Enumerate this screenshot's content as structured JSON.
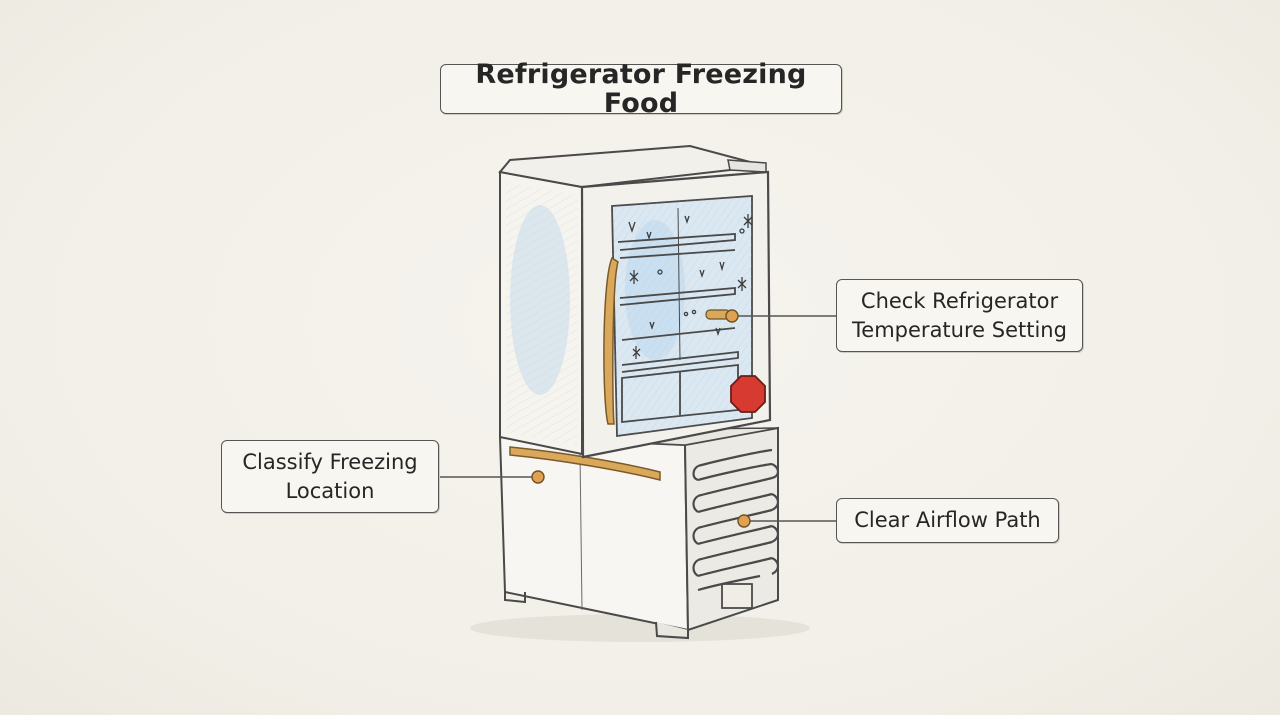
{
  "title": "Refrigerator Freezing Food",
  "callouts": {
    "temperature": {
      "line1": "Check Refrigerator",
      "line2": "Temperature Setting"
    },
    "location": {
      "line1": "Classify Freezing",
      "line2": "Location"
    },
    "airflow": {
      "line1": "Clear Airflow Path"
    }
  },
  "colors": {
    "background": "#f3f1ea",
    "outline": "#4a4a4a",
    "frost": "#bcd7ec",
    "handle": "#d9a85a",
    "marker": "#e0a24e",
    "stop_sign": "#d63a30"
  },
  "icons": {
    "stop": "stop-octagon-icon",
    "frost": "snowflake-icon"
  }
}
